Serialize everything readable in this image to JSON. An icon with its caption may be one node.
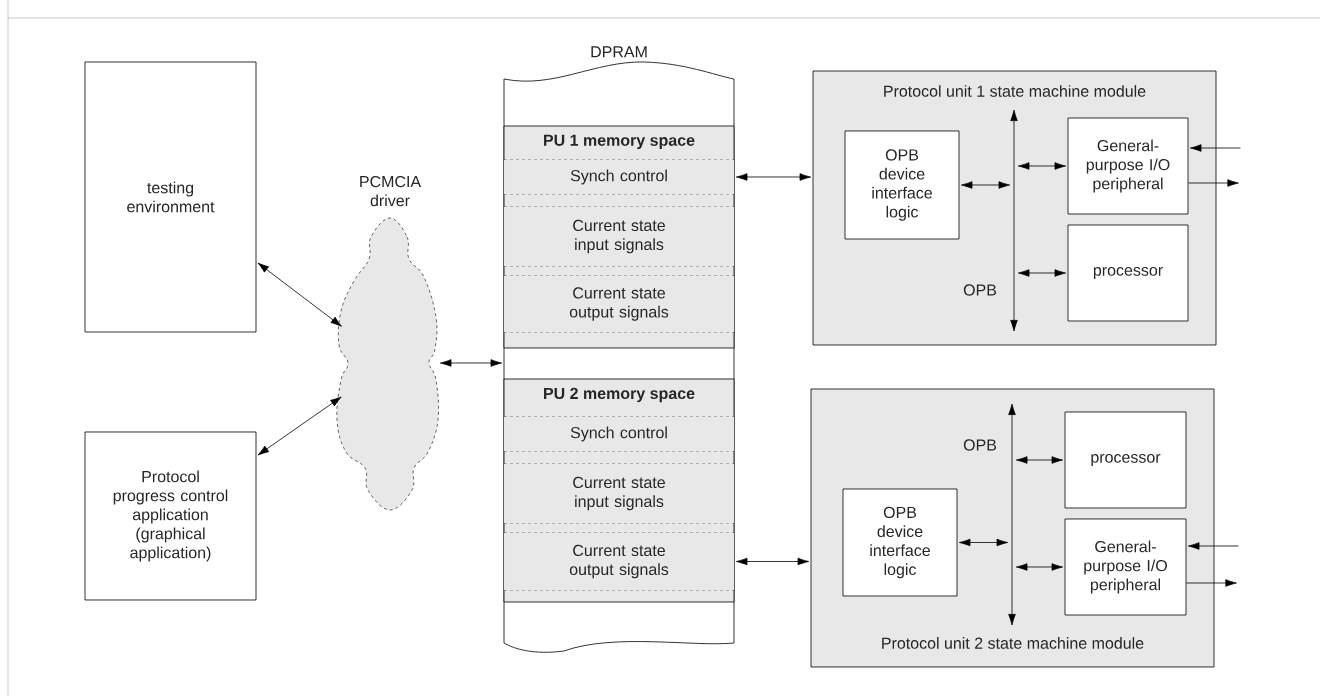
{
  "diagram": {
    "nodes": [
      {
        "text": [
          "testing environment"
        ]
      },
      {
        "text": [
          "Protocol progress control application (graphical application)"
        ]
      },
      {
        "text": [
          "PCMCIA driver"
        ]
      },
      {
        "text": [
          "DPRAM"
        ]
      },
      {
        "text": [
          "PU 1 memory space"
        ],
        "in": 3
      },
      {
        "text": [
          "Synch control"
        ],
        "in": 4
      },
      {
        "text": [
          "Current state input signals"
        ],
        "in": 4
      },
      {
        "text": [
          "Current state output signals"
        ],
        "in": 4
      },
      {
        "text": [
          "PU 2 memory space"
        ],
        "in": 3
      },
      {
        "text": [
          "Synch control"
        ],
        "in": 8
      },
      {
        "text": [
          "Current state input signals"
        ],
        "in": 8
      },
      {
        "text": [
          "Current state output signals"
        ],
        "in": 8
      },
      {
        "text": [
          "Protocol unit 1 state machine module"
        ]
      },
      {
        "text": [
          "OPB device interface logic"
        ],
        "in": 12
      },
      {
        "text": [],
        "shape": "bar",
        "beside": [
          "OPB"
        ],
        "in": 12
      },
      {
        "text": [
          "General-purpose I/O peripheral"
        ],
        "in": 12
      },
      {
        "text": [
          "processor"
        ],
        "in": 12
      },
      {
        "text": [
          "Protocol unit 2 state machine module"
        ]
      },
      {
        "text": [],
        "shape": "bar",
        "beside": [
          "OPB"
        ],
        "in": 17
      },
      {
        "text": [
          "processor"
        ],
        "in": 17
      },
      {
        "text": [
          "OPB device interface logic"
        ],
        "in": 17
      },
      {
        "text": [
          "General-purpose I/O peripheral"
        ],
        "in": 17
      }
    ],
    "edges": [
      {
        "from": 0,
        "to": 2,
        "arrow": "both"
      },
      {
        "from": 1,
        "to": 2,
        "arrow": "both"
      },
      {
        "from": 2,
        "to": 3,
        "arrow": "both"
      },
      {
        "from": 5,
        "to": 12,
        "arrow": "both"
      },
      {
        "from": 13,
        "to": 14,
        "arrow": "both"
      },
      {
        "from": 14,
        "to": 15,
        "arrow": "both"
      },
      {
        "from": 14,
        "to": 16,
        "arrow": "both"
      },
      {
        "from": null,
        "to": 15,
        "arrow": "to"
      },
      {
        "from": 15,
        "to": null,
        "arrow": "to"
      },
      {
        "from": 11,
        "to": 17,
        "arrow": "both"
      },
      {
        "from": 18,
        "to": 19,
        "arrow": "both"
      },
      {
        "from": 20,
        "to": 18,
        "arrow": "both"
      },
      {
        "from": 18,
        "to": 21,
        "arrow": "both"
      },
      {
        "from": null,
        "to": 21,
        "arrow": "to"
      },
      {
        "from": 21,
        "to": null,
        "arrow": "to"
      }
    ]
  }
}
